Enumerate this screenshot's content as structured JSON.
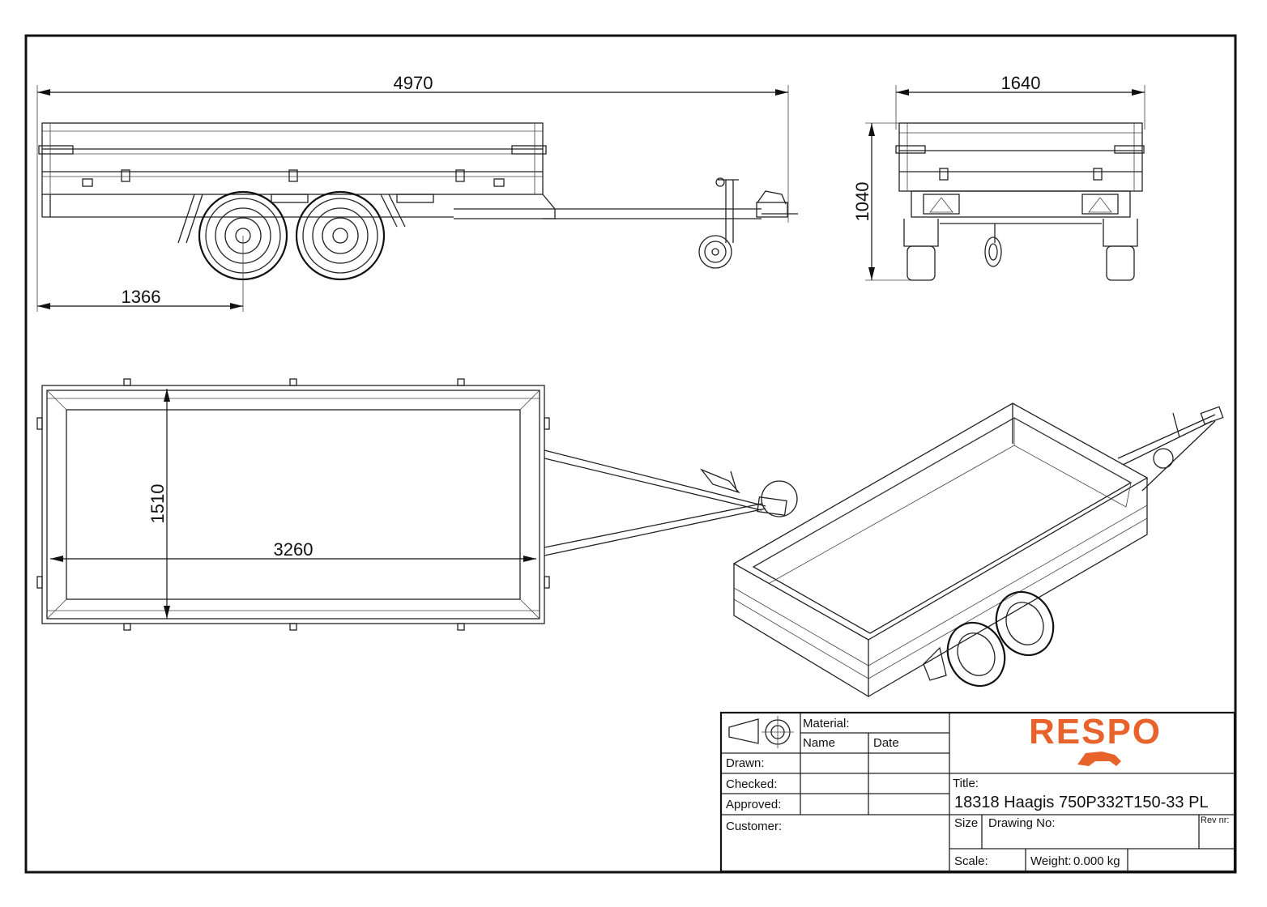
{
  "dimensions": {
    "overall_length": "4970",
    "overall_width": "1640",
    "overall_height": "1040",
    "axle_position": "1366",
    "inner_width": "1510",
    "inner_length": "3260"
  },
  "title_block": {
    "material_label": "Material:",
    "name_label": "Name",
    "date_label": "Date",
    "drawn_label": "Drawn:",
    "checked_label": "Checked:",
    "approved_label": "Approved:",
    "customer_label": "Customer:",
    "title_label": "Title:",
    "title_value": "18318 Haagis 750P332T150-33 PL",
    "size_label": "Size",
    "drawing_no_label": "Drawing No:",
    "rev_label": "Rev nr:",
    "scale_label": "Scale:",
    "weight_label": "Weight:",
    "weight_value": "0.000 kg"
  },
  "logo": {
    "brand": "RESPO",
    "color": "#e8622c"
  }
}
